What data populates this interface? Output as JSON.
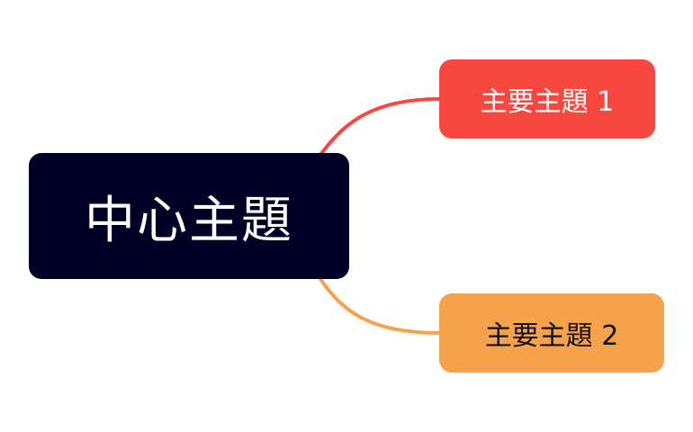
{
  "central_topic": {
    "label": "中心主題",
    "background": "#000027",
    "text_color": "#ffffff"
  },
  "main_topics": [
    {
      "label": "主要主題 1",
      "background": "#f7473f",
      "text_color": "#ffffff",
      "connector_color": "#f7473f"
    },
    {
      "label": "主要主題 2",
      "background": "#f6a24a",
      "text_color": "#111111",
      "connector_color": "#f6a24a"
    }
  ]
}
